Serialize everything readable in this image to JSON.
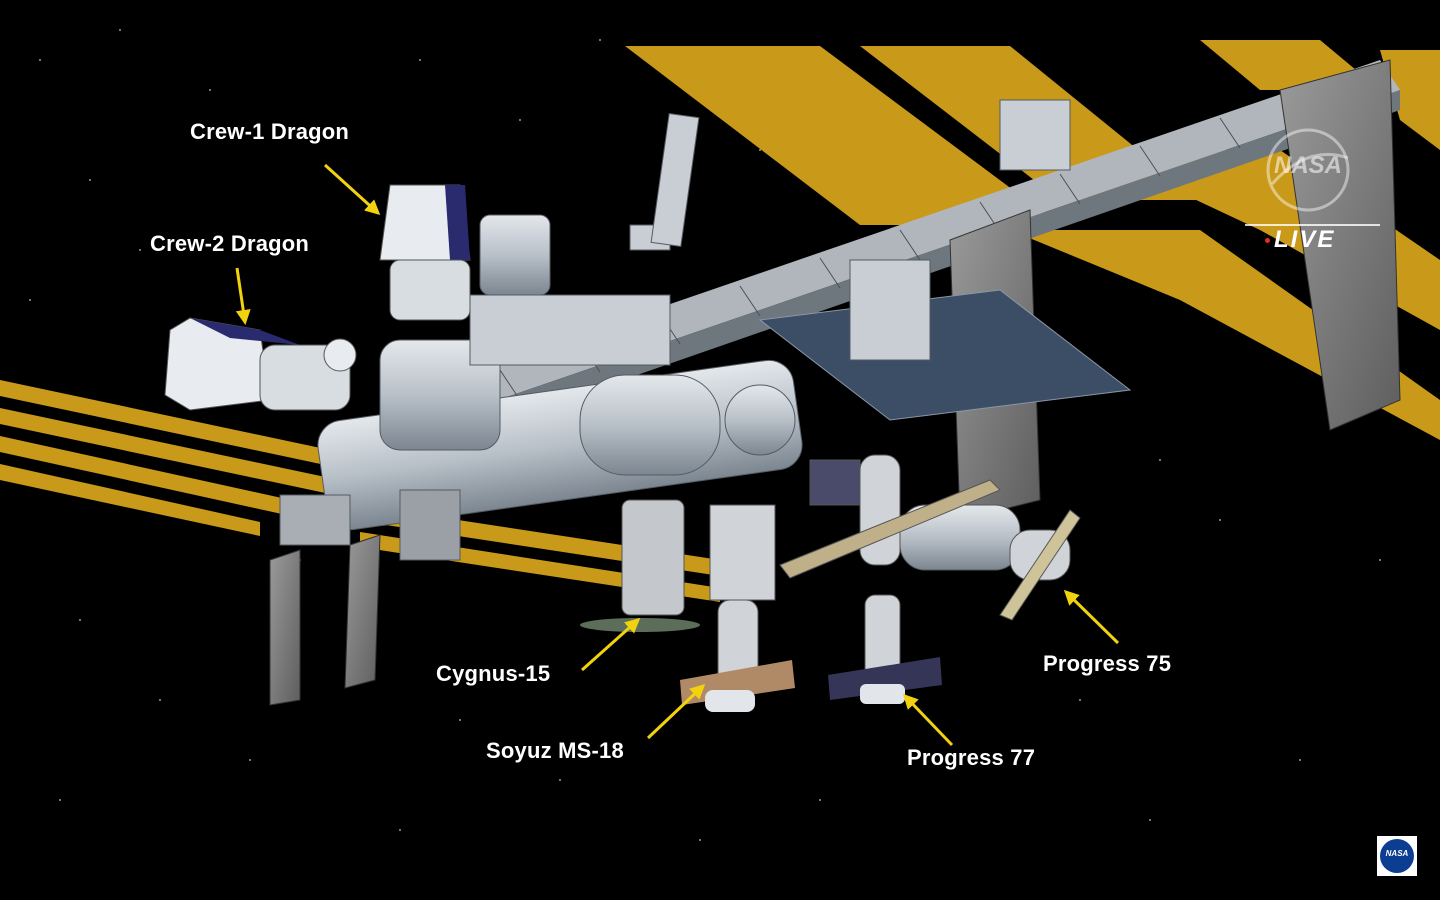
{
  "labels": {
    "crew1": "Crew-1 Dragon",
    "crew2": "Crew-2 Dragon",
    "cygnus": "Cygnus-15",
    "soyuz": "Soyuz MS-18",
    "progress75": "Progress 75",
    "progress77": "Progress 77"
  },
  "overlay": {
    "live": "LIVE",
    "watermark": "NASA",
    "badge": "NASA"
  },
  "colors": {
    "background": "#000000",
    "solar_array": "#c99a1a",
    "arrow": "#f2d20f",
    "label_text": "#ffffff",
    "live_dot": "#e03020",
    "badge_blue": "#0b3d91"
  }
}
